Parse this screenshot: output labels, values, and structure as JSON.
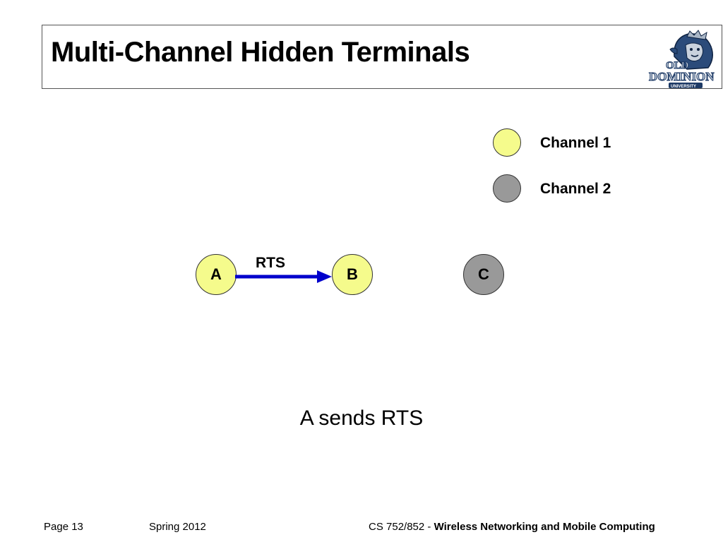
{
  "slide": {
    "title": "Multi-Channel Hidden Terminals",
    "caption": "A sends RTS"
  },
  "logo": {
    "line1": "OLD",
    "line2": "DOMINION",
    "line3": "UNIVERSITY"
  },
  "legend": {
    "channel1_label": "Channel 1",
    "channel2_label": "Channel 2"
  },
  "nodes": {
    "a": "A",
    "b": "B",
    "c": "C"
  },
  "edge": {
    "label": "RTS"
  },
  "footer": {
    "page": "Page 13",
    "term": "Spring 2012",
    "course": "CS 752/852 - ",
    "course_title": "Wireless Networking and Mobile Computing"
  },
  "colors": {
    "channel1": "#f5fb8c",
    "channel2": "#999999",
    "arrow": "#0000cc"
  }
}
